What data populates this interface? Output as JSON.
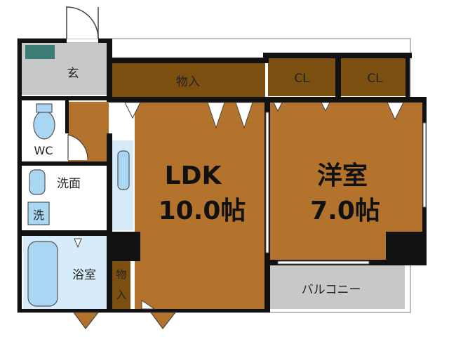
{
  "colors": {
    "wall": "#111111",
    "floor": "#b4732c",
    "storage": "#7a4f10",
    "wet": "#d6ecfb",
    "fixture": "#a9d6f2",
    "gray": "#c8c8c8",
    "entrance_mat": "#3b7d74",
    "white": "#ffffff"
  },
  "rooms": {
    "genkan": "玄",
    "monoire_top": "物入",
    "cl_left": "CL",
    "cl_right": "CL",
    "wc": "WC",
    "senmen": "洗面",
    "sen": "洗",
    "yokushitsu": "浴室",
    "monoire_small_1": "物",
    "monoire_small_2": "入",
    "ldk_name": "LDK",
    "ldk_size": "10.0帖",
    "yoshitsu_name": "洋室",
    "yoshitsu_size": "7.0帖",
    "balcony": "バルコニー"
  }
}
